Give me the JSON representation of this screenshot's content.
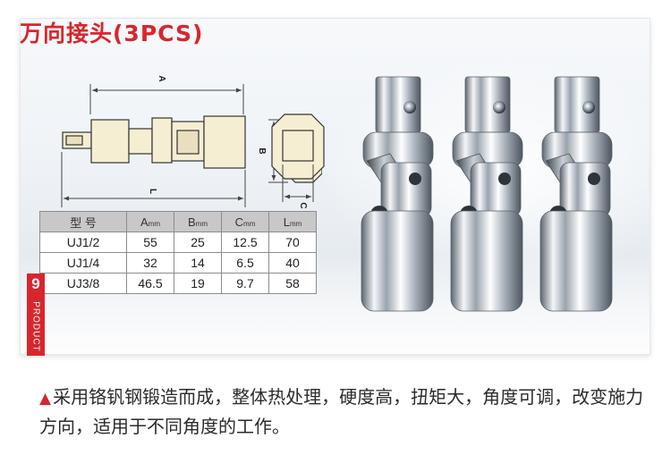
{
  "title": "万向接头(3PCS)",
  "dimension_labels": {
    "a": "A",
    "b": "B",
    "c": "C",
    "l": "L"
  },
  "table": {
    "headers": [
      {
        "text": "型  号",
        "unit": ""
      },
      {
        "text": "A",
        "unit": "mm"
      },
      {
        "text": "B",
        "unit": "mm"
      },
      {
        "text": "C",
        "unit": "mm"
      },
      {
        "text": "L",
        "unit": "mm"
      }
    ],
    "rows": [
      [
        "UJ1/2",
        "55",
        "25",
        "12.5",
        "70"
      ],
      [
        "UJ1/4",
        "32",
        "14",
        "6.5",
        "40"
      ],
      [
        "UJ3/8",
        "46.5",
        "19",
        "9.7",
        "58"
      ]
    ]
  },
  "badge": {
    "number": "9",
    "label": "PRODUCT"
  },
  "description": "采用铬钒钢锻造而成，整体热处理，硬度高，扭矩大，角度可调，改变施力方向，适用于不同角度的工作。",
  "colors": {
    "accent": "#d8262d",
    "drawing_fill": "#f6eed2",
    "table_header": "#c8c8c8"
  },
  "icons": {
    "bullet": "triangle-up-icon"
  }
}
